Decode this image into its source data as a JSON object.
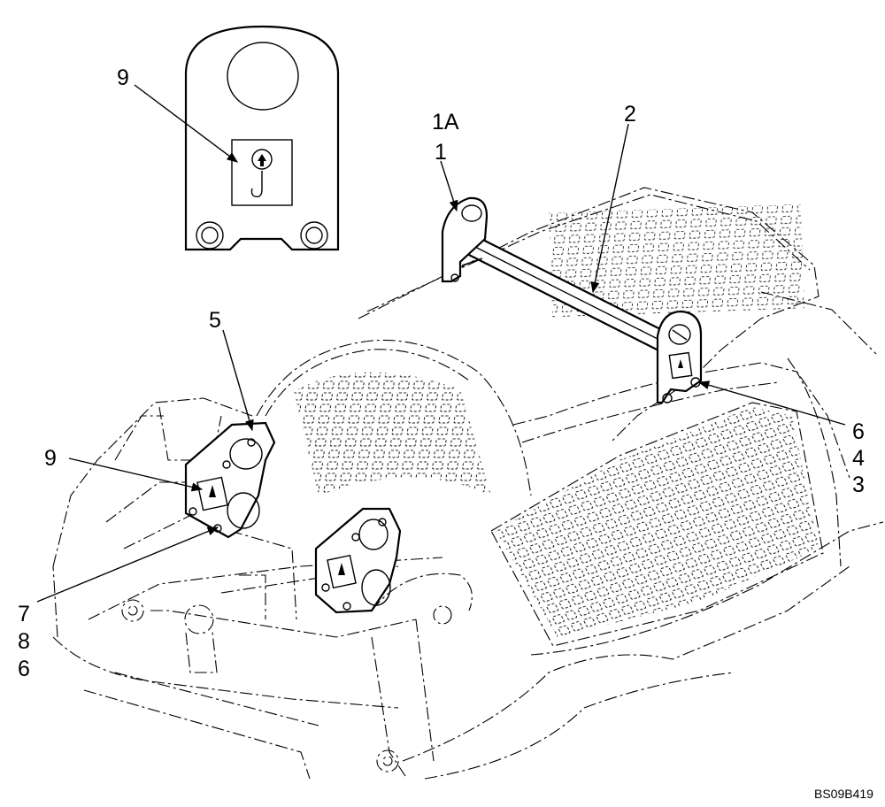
{
  "drawing_code": "BS09B419",
  "callouts": [
    {
      "id": "callout-9-detail",
      "text": "9"
    },
    {
      "id": "callout-1a",
      "text": "1A"
    },
    {
      "id": "callout-1",
      "text": "1"
    },
    {
      "id": "callout-2",
      "text": "2"
    },
    {
      "id": "callout-5",
      "text": "5"
    },
    {
      "id": "callout-9-left",
      "text": "9"
    },
    {
      "id": "callout-6-right",
      "text": "6"
    },
    {
      "id": "callout-4",
      "text": "4"
    },
    {
      "id": "callout-3",
      "text": "3"
    },
    {
      "id": "callout-7",
      "text": "7"
    },
    {
      "id": "callout-8",
      "text": "8"
    },
    {
      "id": "callout-6-left",
      "text": "6"
    }
  ],
  "icons": [
    "lift-hook-decal-icon",
    "bolt-icon"
  ]
}
